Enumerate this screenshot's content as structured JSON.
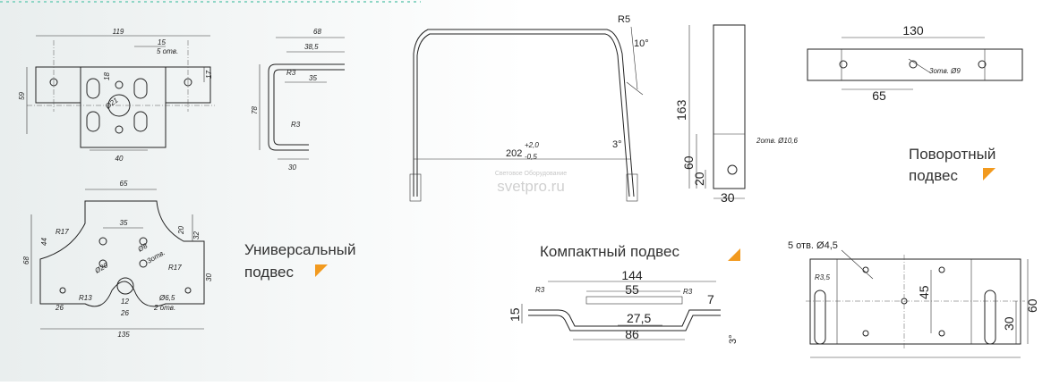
{
  "captions": {
    "universal": [
      "Универсальный",
      "подвес"
    ],
    "compact": "Компактный подвес",
    "rotary": [
      "Поворотный",
      "подвес"
    ]
  },
  "watermark": {
    "line1": "Световое Оборудование",
    "line2": "svetpro.ru"
  },
  "colors": {
    "accent": "#f29a1f",
    "line": "#222222",
    "background": "#ffffff"
  },
  "universal_top": {
    "d119": "119",
    "d15": "15",
    "holes": "5 отв.",
    "d59": "59",
    "d18": "18",
    "d17": "17",
    "d40": "40",
    "dia": "Ø21"
  },
  "universal_side": {
    "d68": "68",
    "d38": "38,5",
    "d35": "35",
    "d78": "78",
    "d30": "30",
    "r3a": "R3",
    "r3b": "R3"
  },
  "universal_bottom": {
    "d65": "65",
    "d35": "35",
    "d20": "20",
    "d32": "32",
    "d44": "44",
    "d68": "68",
    "r17a": "R17",
    "r17b": "R17",
    "holes3": "3отв.",
    "d8": "Ø8",
    "d20dia": "Ø20",
    "d6": "Ø6,5",
    "holes2": "2 отв.",
    "d30": "30",
    "r13": "R13",
    "d26a": "26",
    "d12": "12",
    "d26b": "26",
    "d135": "135"
  },
  "bracket": {
    "r5": "R5",
    "angle10": "10°",
    "angle3": "3°",
    "len": "202",
    "tolPlus": "+2,0",
    "tolMinus": "-0,5"
  },
  "bar": {
    "d163": "163",
    "d60": "60",
    "d20": "20",
    "d30": "30",
    "note": "2отв. Ø10,6"
  },
  "rotary_top": {
    "d130": "130",
    "d65": "65",
    "note": "3отв. Ø9"
  },
  "compact": {
    "d144": "144",
    "d55": "55",
    "r3a": "R3",
    "r3b": "R3",
    "d7": "7",
    "d15": "15",
    "d27": "27,5",
    "d86": "86",
    "angle3": "3°"
  },
  "plate": {
    "holes": "5 отв. Ø4,5",
    "r35": "R3,5",
    "d45": "45",
    "d30": "30",
    "d60": "60"
  }
}
